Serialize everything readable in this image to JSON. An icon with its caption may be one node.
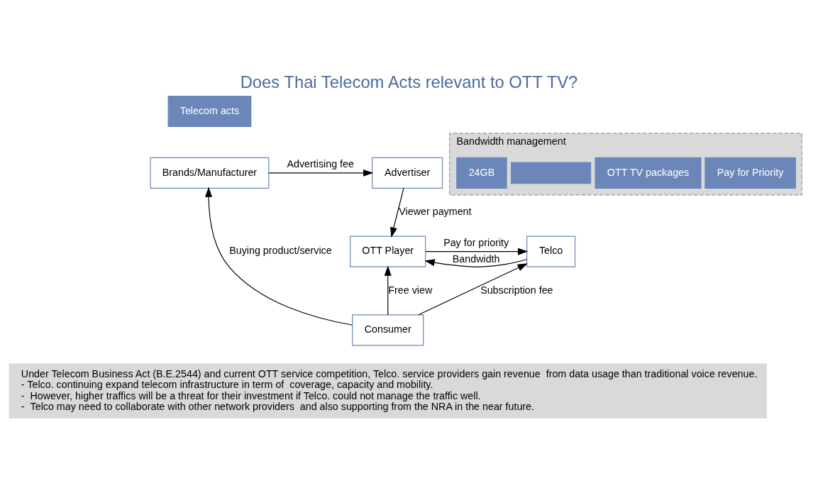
{
  "diagram": {
    "title": "Does Thai Telecom Acts relevant to OTT TV?",
    "nodes": [
      {
        "text": [
          "Telecom acts"
        ]
      },
      {
        "text": [
          "Advertiser"
        ]
      },
      {
        "text": [
          "Brands/Manufacturer"
        ]
      },
      {
        "text": [
          "OTT Player"
        ]
      },
      {
        "text": [
          "Telco"
        ]
      },
      {
        "text": [
          "Consumer"
        ]
      },
      {
        "text": [
          "Bandwidth management"
        ]
      },
      {
        "text": [
          "Pay for Priority"
        ],
        "in": 6
      },
      {
        "text": [
          "OTT TV packages"
        ],
        "in": 6
      },
      {
        "text": [],
        "shape": "box",
        "in": 6
      },
      {
        "text": [
          "24GB"
        ],
        "in": 6
      },
      {
        "text": [
          "Under Telecom Business Act (B.E.2544) and current OTT service competition, Telco. service providers gain revenue  from data usage than traditional voice revenue.",
          "- Telco. continuing expand telecom infrastructure in term of  coverage, capacity and mobility.",
          "-  However, higher traffics will be a threat for their investment if Telco. could not manage the traffic well.",
          "-  Telco may need to collaborate with other network providers  and also supporting from the NRA in the near future."
        ]
      }
    ],
    "edges": [
      {
        "from": 2,
        "to": 1,
        "arrow": "to",
        "label": "Advertising fee"
      },
      {
        "from": 1,
        "to": 3,
        "arrow": "to",
        "label": "Viewer payment"
      },
      {
        "from": 3,
        "to": 4,
        "arrow": "to",
        "label": "Pay for priority"
      },
      {
        "from": 4,
        "to": 3,
        "arrow": "to",
        "label": "Bandwidth"
      },
      {
        "from": 5,
        "to": 3,
        "arrow": "to",
        "label": "Free view"
      },
      {
        "from": 5,
        "to": 4,
        "arrow": "to",
        "label": "Subscription fee"
      },
      {
        "from": 5,
        "to": 2,
        "arrow": "to",
        "label": "Buying product/service"
      }
    ]
  }
}
